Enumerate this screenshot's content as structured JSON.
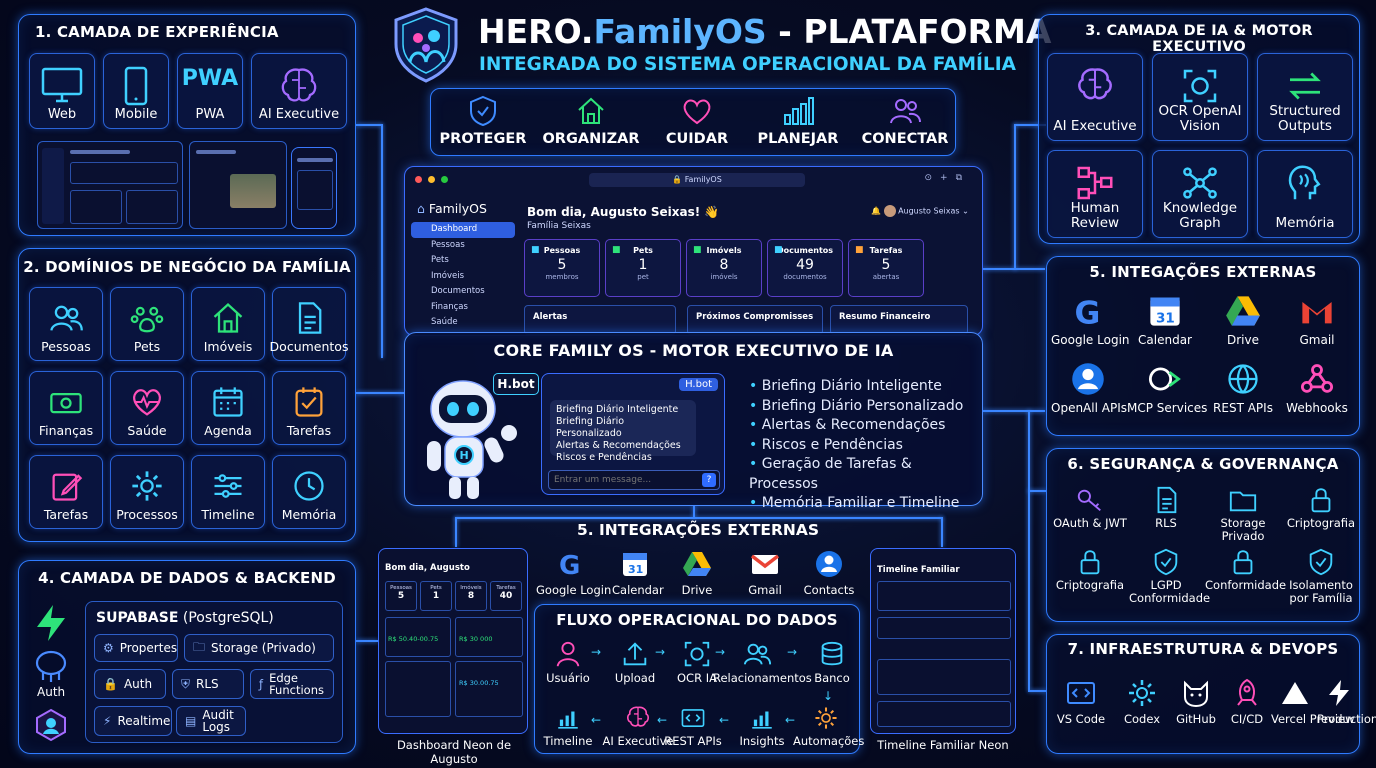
{
  "header": {
    "title_a": "HERO.",
    "title_b": "FamilyOS",
    "title_c": " - PLATAFORMA",
    "subtitle": "INTEGRADA DO SISTEMA OPERACIONAL DA FAMÍLIA",
    "pillars": [
      "PROTEGER",
      "ORGANIZAR",
      "CUIDAR",
      "PLANEJAR",
      "CONECTAR"
    ]
  },
  "experience": {
    "title": "1. CAMADA DE EXPERIÊNCIA",
    "items": [
      "Web",
      "Mobile",
      "PWA",
      "AI Executive"
    ],
    "pwa_glyph": "PWA"
  },
  "domains": {
    "title": "2. DOMÍNIOS DE NEGÓCIO DA FAMÍLIA",
    "items": [
      "Pessoas",
      "Pets",
      "Imóveis",
      "Documentos",
      "Finanças",
      "Saúde",
      "Agenda",
      "Tarefas",
      "Tarefas",
      "Processos",
      "Timeline",
      "Memória"
    ]
  },
  "data_layer": {
    "title": "4. CAMADA DE DADOS & BACKEND",
    "auth_label": "Auth",
    "supabase_a": "SUPABASE",
    "supabase_b": " (PostgreSQL)",
    "chips": [
      "Propertes",
      "Storage (Privado)",
      "Auth",
      "RLS",
      "Edge Functions",
      "Realtime",
      "Audit Logs"
    ]
  },
  "ai_layer": {
    "title": "3. CAMADA DE IA & MOTOR EXECUTIVO",
    "items": [
      "AI Executive",
      "OCR OpenAI Vision",
      "Structured Outputs",
      "Human Review",
      "Knowledge Graph",
      "Memória"
    ]
  },
  "integrations_right": {
    "title": "5. INTEGAÇÕES EXTERNAS",
    "items": [
      "Google Login",
      "Calendar",
      "Drive",
      "Gmail",
      "OpenAll APIs",
      "MCP Services",
      "REST APIs",
      "Webhooks"
    ]
  },
  "security": {
    "title": "6. SEGURANÇA & GOVERNANÇA",
    "items": [
      "OAuth & JWT",
      "RLS",
      "Storage Privado",
      "Criptografia",
      "Criptografia",
      "LGPD Conformidade",
      "Conformidade",
      "Isolamento por Família"
    ]
  },
  "infra": {
    "title": "7. INFRAESTRUTURA & DEVOPS",
    "items": [
      "VS Code",
      "Codex",
      "GitHub",
      "CI/CD",
      "Vercel Preview",
      "Production"
    ]
  },
  "app": {
    "url": "FamilyOS",
    "brand": "FamilyOS",
    "nav": [
      "Dashboard",
      "Pessoas",
      "Pets",
      "Imóveis",
      "Documentos",
      "Finanças",
      "Saúde"
    ],
    "greeting": "Bom dia, Augusto Seixas! 👋",
    "family": "Família Seixas",
    "user": "Augusto Seixas",
    "stats": [
      {
        "label": "Pessoas",
        "value": "5",
        "sub": "membros"
      },
      {
        "label": "Pets",
        "value": "1",
        "sub": "pet"
      },
      {
        "label": "Imóvels",
        "value": "8",
        "sub": "imóvels"
      },
      {
        "label": "Documentos",
        "value": "49",
        "sub": "documentos"
      },
      {
        "label": "Tarefas",
        "value": "5",
        "sub": "abertas"
      }
    ],
    "sections": [
      "Alertas",
      "Próximos Compromisses",
      "Resumo Financeiro"
    ]
  },
  "core": {
    "title": "CORE FAMILY OS - MOTOR EXECUTIVO DE IA",
    "bot_tag": "H.bot",
    "bubble_tag": "H.bot",
    "bubble_lines": [
      "Briefing Diário Inteligente",
      "Briefing Diário Personalizado",
      "Alertas & Recomendações",
      "Riscos e Pendências"
    ],
    "input_placeholder": "Entrar um message...",
    "help": "?",
    "bullets": [
      "Briefing Diário Inteligente",
      "Briefing Diário Personalizado",
      "Alertas & Recomendações",
      "Riscos e Pendências",
      "Geração de Tarefas & Processos",
      "Memória Familiar e Timeline"
    ]
  },
  "integrations_center": {
    "title": "5. INTEGRAÇÕES EXTERNAS",
    "items": [
      "Google Login",
      "Calendar",
      "Drive",
      "Gmail",
      "Contacts"
    ]
  },
  "flow": {
    "title": "FLUXO OPERACIONAL DO DADOS",
    "top": [
      "Usuário",
      "Upload",
      "OCR IA",
      "Relacionamentos",
      "Banco"
    ],
    "bottom": [
      "Timeline",
      "AI Executive",
      "REST APIs",
      "Insights",
      "Automações"
    ]
  },
  "dashboard_mock": {
    "caption": "Dashboard Neon de Augusto",
    "greeting": "Bom dia, Augusto",
    "stats": [
      {
        "label": "Pessoas",
        "value": "5"
      },
      {
        "label": "Pets",
        "value": "1"
      },
      {
        "label": "Imóveis",
        "value": "8"
      },
      {
        "label": "Tarefas",
        "value": "40"
      }
    ],
    "money_a": "R$ 50.40-00.75",
    "money_b": "R$ 30 000",
    "money_c": "R$ 30.00.75"
  },
  "timeline_mock": {
    "caption": "Timeline Familiar Neon",
    "title": "Timeline Familiar"
  },
  "colors": {
    "accent": "#2f7bff",
    "cyan": "#3fd0ff",
    "green": "#2ee37a",
    "pink": "#ff4fb8",
    "purple": "#a46bff",
    "orange": "#ffa23a"
  }
}
